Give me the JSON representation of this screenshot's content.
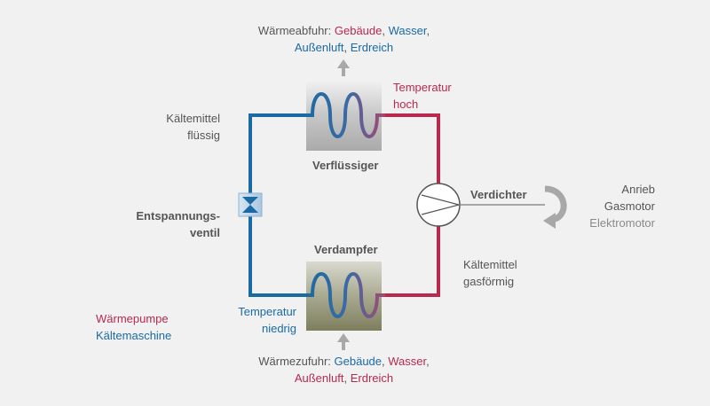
{
  "heat_out": {
    "prefix": "Wärmeabfuhr: ",
    "building": "Gebäude",
    "comma1": ", ",
    "water": "Wasser",
    "comma2": ",",
    "outdoor_air": "Außenluft",
    "comma3": ", ",
    "ground": "Erdreich"
  },
  "heat_in": {
    "prefix": "Wärmezufuhr: ",
    "building": "Gebäude",
    "comma1": ", ",
    "water": "Wasser",
    "comma2": ",",
    "outdoor_air": "Außenluft",
    "comma3": ", ",
    "ground": "Erdreich"
  },
  "condenser": {
    "label": "Verflüssiger",
    "temp_line1": "Temperatur",
    "temp_line2": "hoch"
  },
  "evaporator": {
    "label": "Verdampfer",
    "temp_line1": "Temperatur",
    "temp_line2": "niedrig"
  },
  "refrigerant_liquid": {
    "line1": "Kältemittel",
    "line2": "flüssig"
  },
  "refrigerant_gas": {
    "line1": "Kältemittel",
    "line2": "gasförmig"
  },
  "expansion_valve": {
    "line1": "Entspannungs-",
    "line2": "ventil"
  },
  "compressor": {
    "label": "Verdichter"
  },
  "drive": {
    "line1": "Anrieb",
    "line2": "Gasmotor",
    "line3": "Elektromotor"
  },
  "legend": {
    "heat_pump": "Wärmepumpe",
    "chiller": "Kältemaschine"
  },
  "colors": {
    "hot": "#b8294e",
    "cold": "#1a6aa3",
    "arrow_gray": "#a8a8a8",
    "text_gray": "#555555",
    "light_gray": "#8a8a8a"
  }
}
